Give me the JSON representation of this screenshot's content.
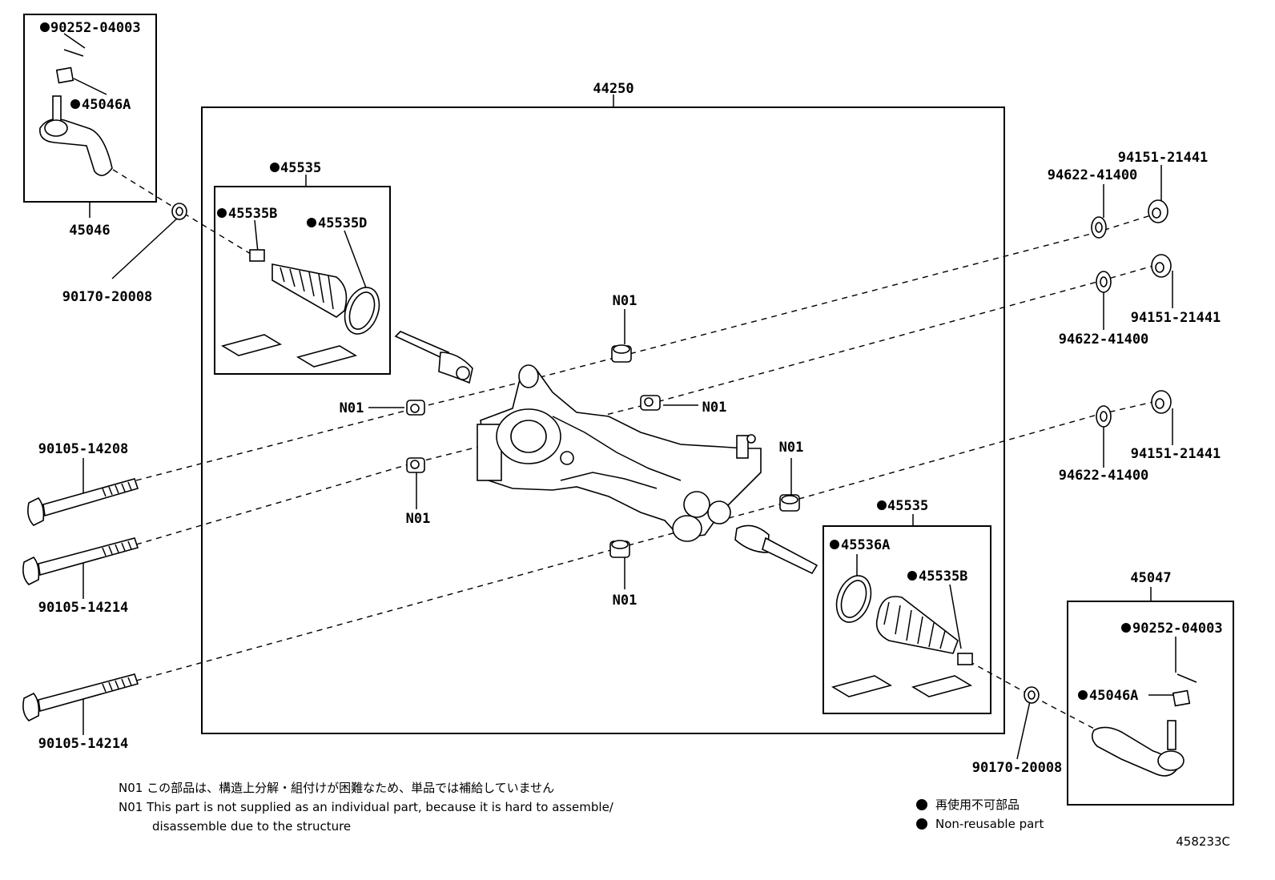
{
  "labels": {
    "p44250": "44250",
    "p45535_top": "45535",
    "p45535B_top": "45535B",
    "p45535D": "45535D",
    "p90252_top": "90252-04003",
    "p45046A_top": "45046A",
    "p45046": "45046",
    "p90170_left": "90170-20008",
    "p94151_a": "94151-21441",
    "p94622_a": "94622-41400",
    "p94151_b": "94151-21441",
    "p94622_b": "94622-41400",
    "p94151_c": "94151-21441",
    "p94622_c": "94622-41400",
    "n01_a": "N01",
    "n01_b": "N01",
    "n01_c": "N01",
    "n01_d": "N01",
    "n01_e": "N01",
    "n01_f": "N01",
    "p90105_14208": "90105-14208",
    "p90105_14214_a": "90105-14214",
    "p90105_14214_b": "90105-14214",
    "p45535_bottom": "45535",
    "p45536A": "45536A",
    "p45535B_bottom": "45535B",
    "p45047": "45047",
    "p90252_bottom": "90252-04003",
    "p45046A_bottom": "45046A",
    "p90170_right": "90170-20008"
  },
  "notes": {
    "n01_jp": "N01 この部品は、構造上分解・組付けが困難なため、単品では補給していません",
    "n01_en_1": "N01 This part is not supplied as an individual part, because it is hard to assemble/",
    "n01_en_2": "disassemble due to the structure"
  },
  "legend": {
    "jp": "再使用不可部品",
    "en": "Non-reusable part"
  },
  "diagram_code": "458233C"
}
